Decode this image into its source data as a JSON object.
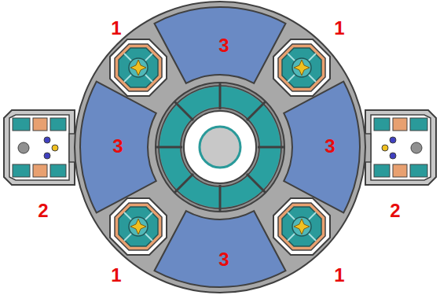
{
  "diagram": {
    "labels": [
      "1",
      "3",
      "1",
      "3",
      "3",
      "2",
      "2",
      "1",
      "3",
      "1"
    ]
  }
}
